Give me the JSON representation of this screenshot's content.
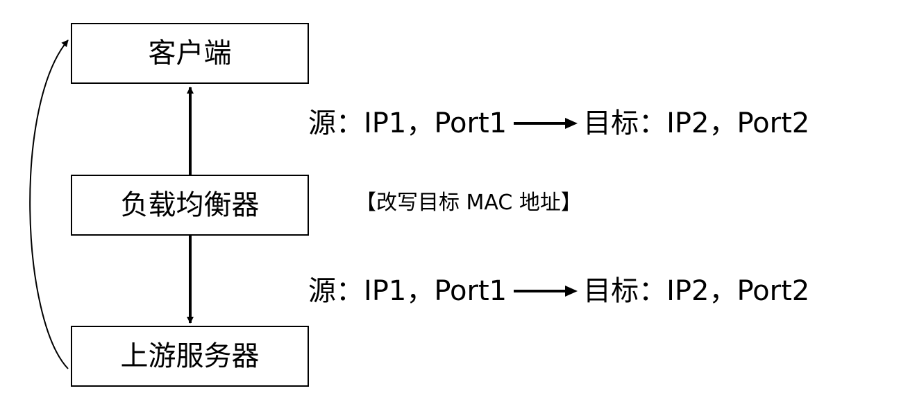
{
  "nodes": {
    "client": "客户端",
    "load_balancer": "负载均衡器",
    "upstream": "上游服务器"
  },
  "flows": {
    "top": {
      "source": "源：IP1，Port1",
      "target": "目标：IP2，Port2"
    },
    "bottom": {
      "source": "源：IP1，Port1",
      "target": "目标：IP2，Port2"
    }
  },
  "note": "【改写目标 MAC 地址】"
}
